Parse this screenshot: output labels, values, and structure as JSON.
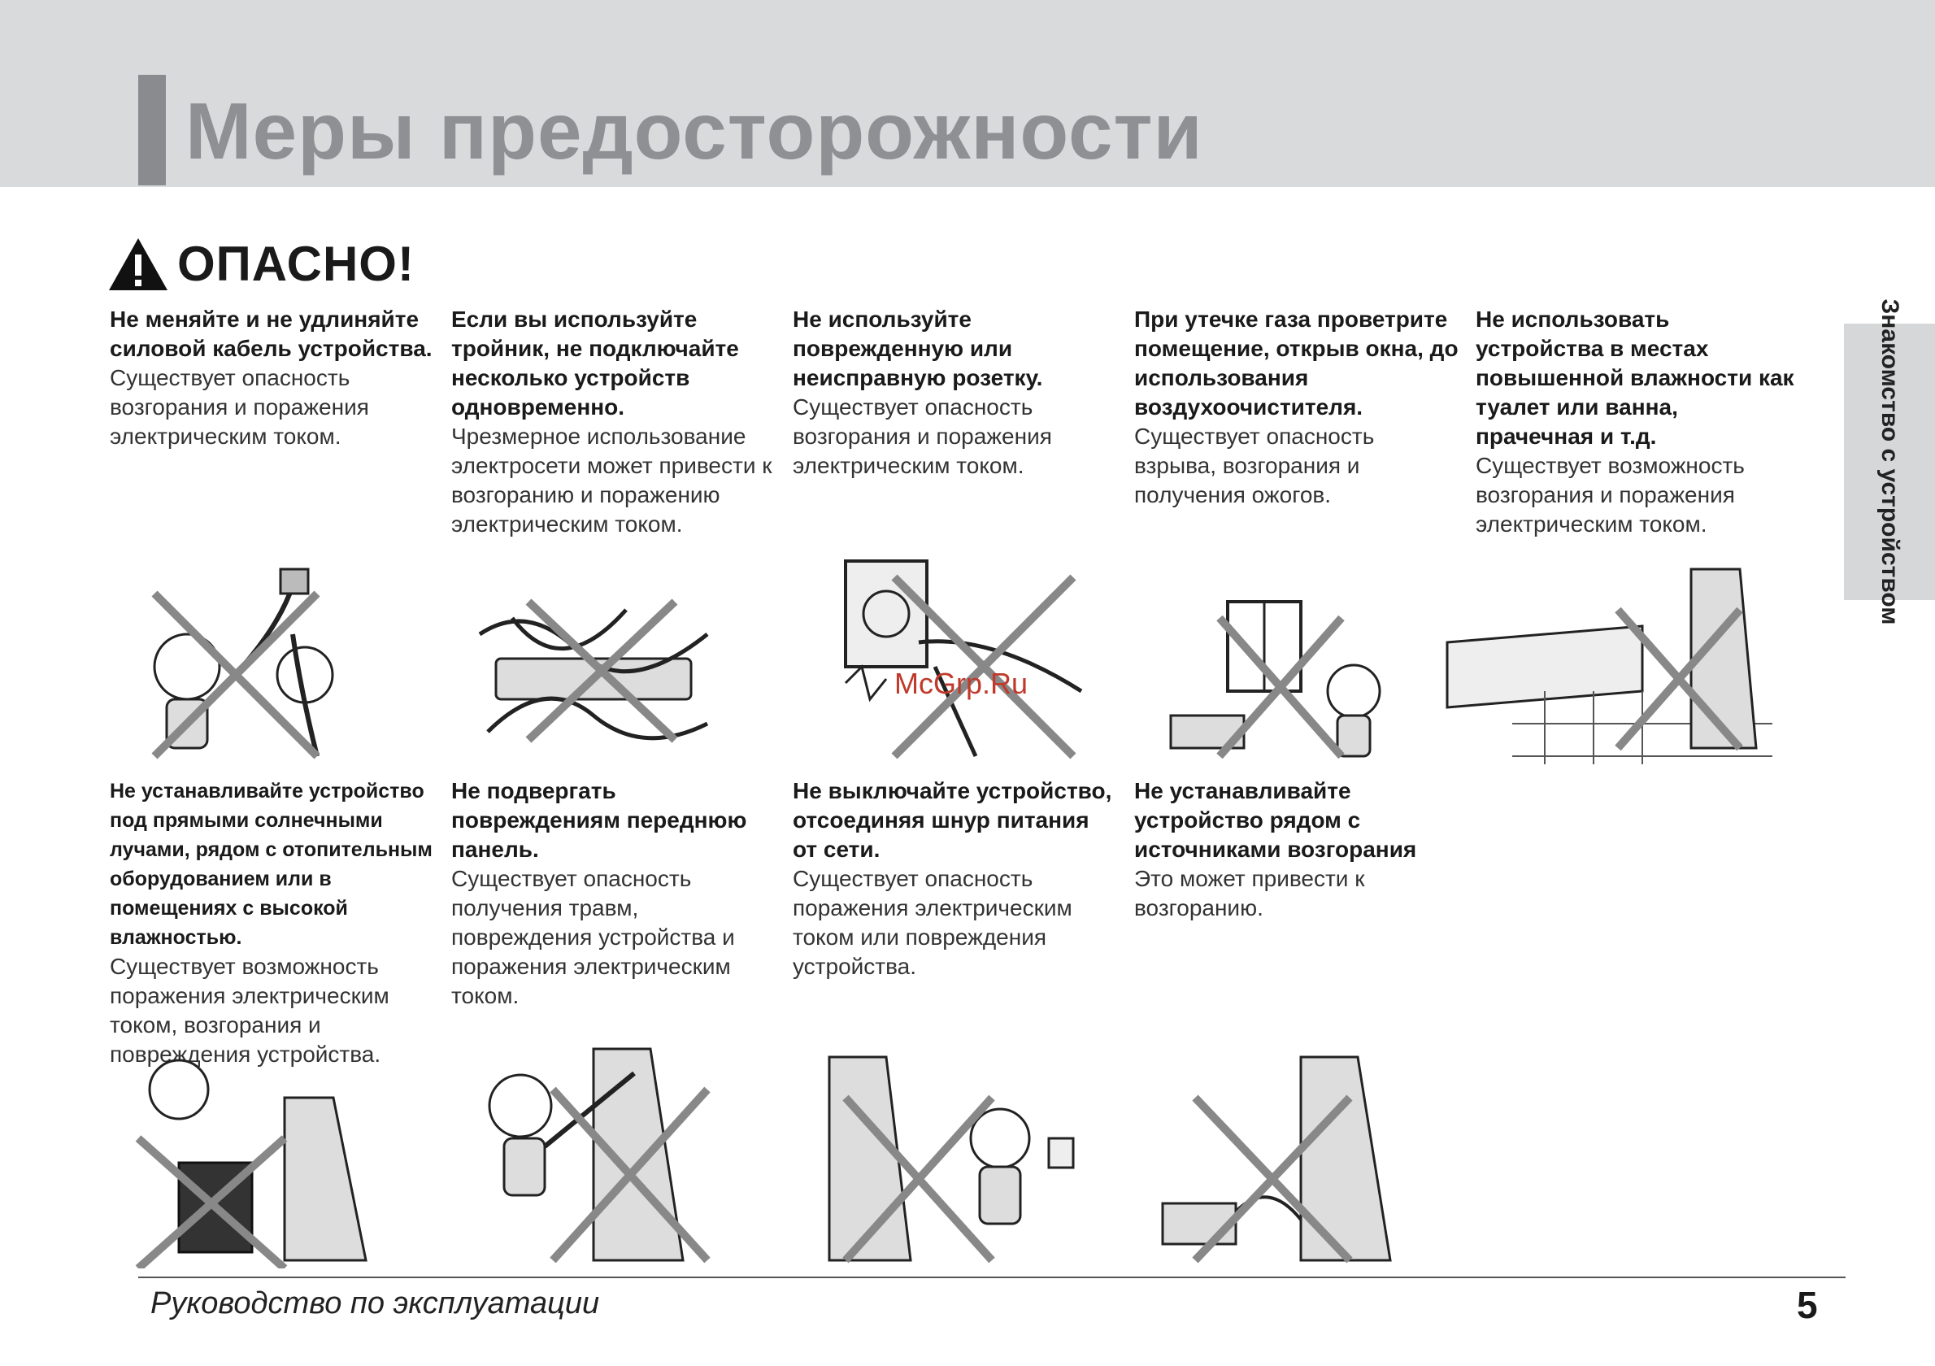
{
  "header": {
    "title": "Меры предосторожности"
  },
  "side_tab": {
    "label": "Знакомство с устройством"
  },
  "danger": {
    "label": "ОПАСНО!"
  },
  "warnings": [
    {
      "bold": "Не меняйте и не удлиняйте силовой кабель устройства.",
      "text": "Существует опасность возгорания и поражения электрическим током."
    },
    {
      "bold": "Если вы используйте тройник, не подключайте несколько устройств одновременно.",
      "text": "Чрезмерное использование электросети может привести к возгоранию и поражению электрическим током."
    },
    {
      "bold": "Не используйте поврежденную или неисправную розетку.",
      "text": "Существует опасность возгорания и поражения электрическим током."
    },
    {
      "bold": "При утечке газа проветрите помещение, открыв окна, до использования воздухоочистителя.",
      "text": "Существует опасность взрыва, возгорания и получения ожогов."
    },
    {
      "bold": "Не использовать устройства в местах повышенной влажности как туалет или ванна, прачечная и т.д.",
      "text": "Существует возможность возгорания и поражения электрическим током."
    },
    {
      "bold": "Не устанавливайте устройство под прямыми солнечными лучами, рядом с отопительным оборудованием или в помещениях с высокой влажностью.",
      "text": "Существует возможность поражения электрическим током, возгорания и повреждения устройства."
    },
    {
      "bold": "Не подвергать повреждениям переднюю панель.",
      "text": "Существует опасность получения травм, повреждения устройства и поражения электрическим током."
    },
    {
      "bold": "Не выключайте устройство, отсоединяя шнур питания от сети.",
      "text": "Существует опасность поражения электрическим током или повреждения устройства."
    },
    {
      "bold": "Не устанавливайте устройство рядом с источниками возгорания",
      "text": "Это может привести к возгоранию."
    }
  ],
  "watermark": "McGrp.Ru",
  "footer": {
    "text": "Руководство по эксплуатации",
    "page": "5"
  }
}
